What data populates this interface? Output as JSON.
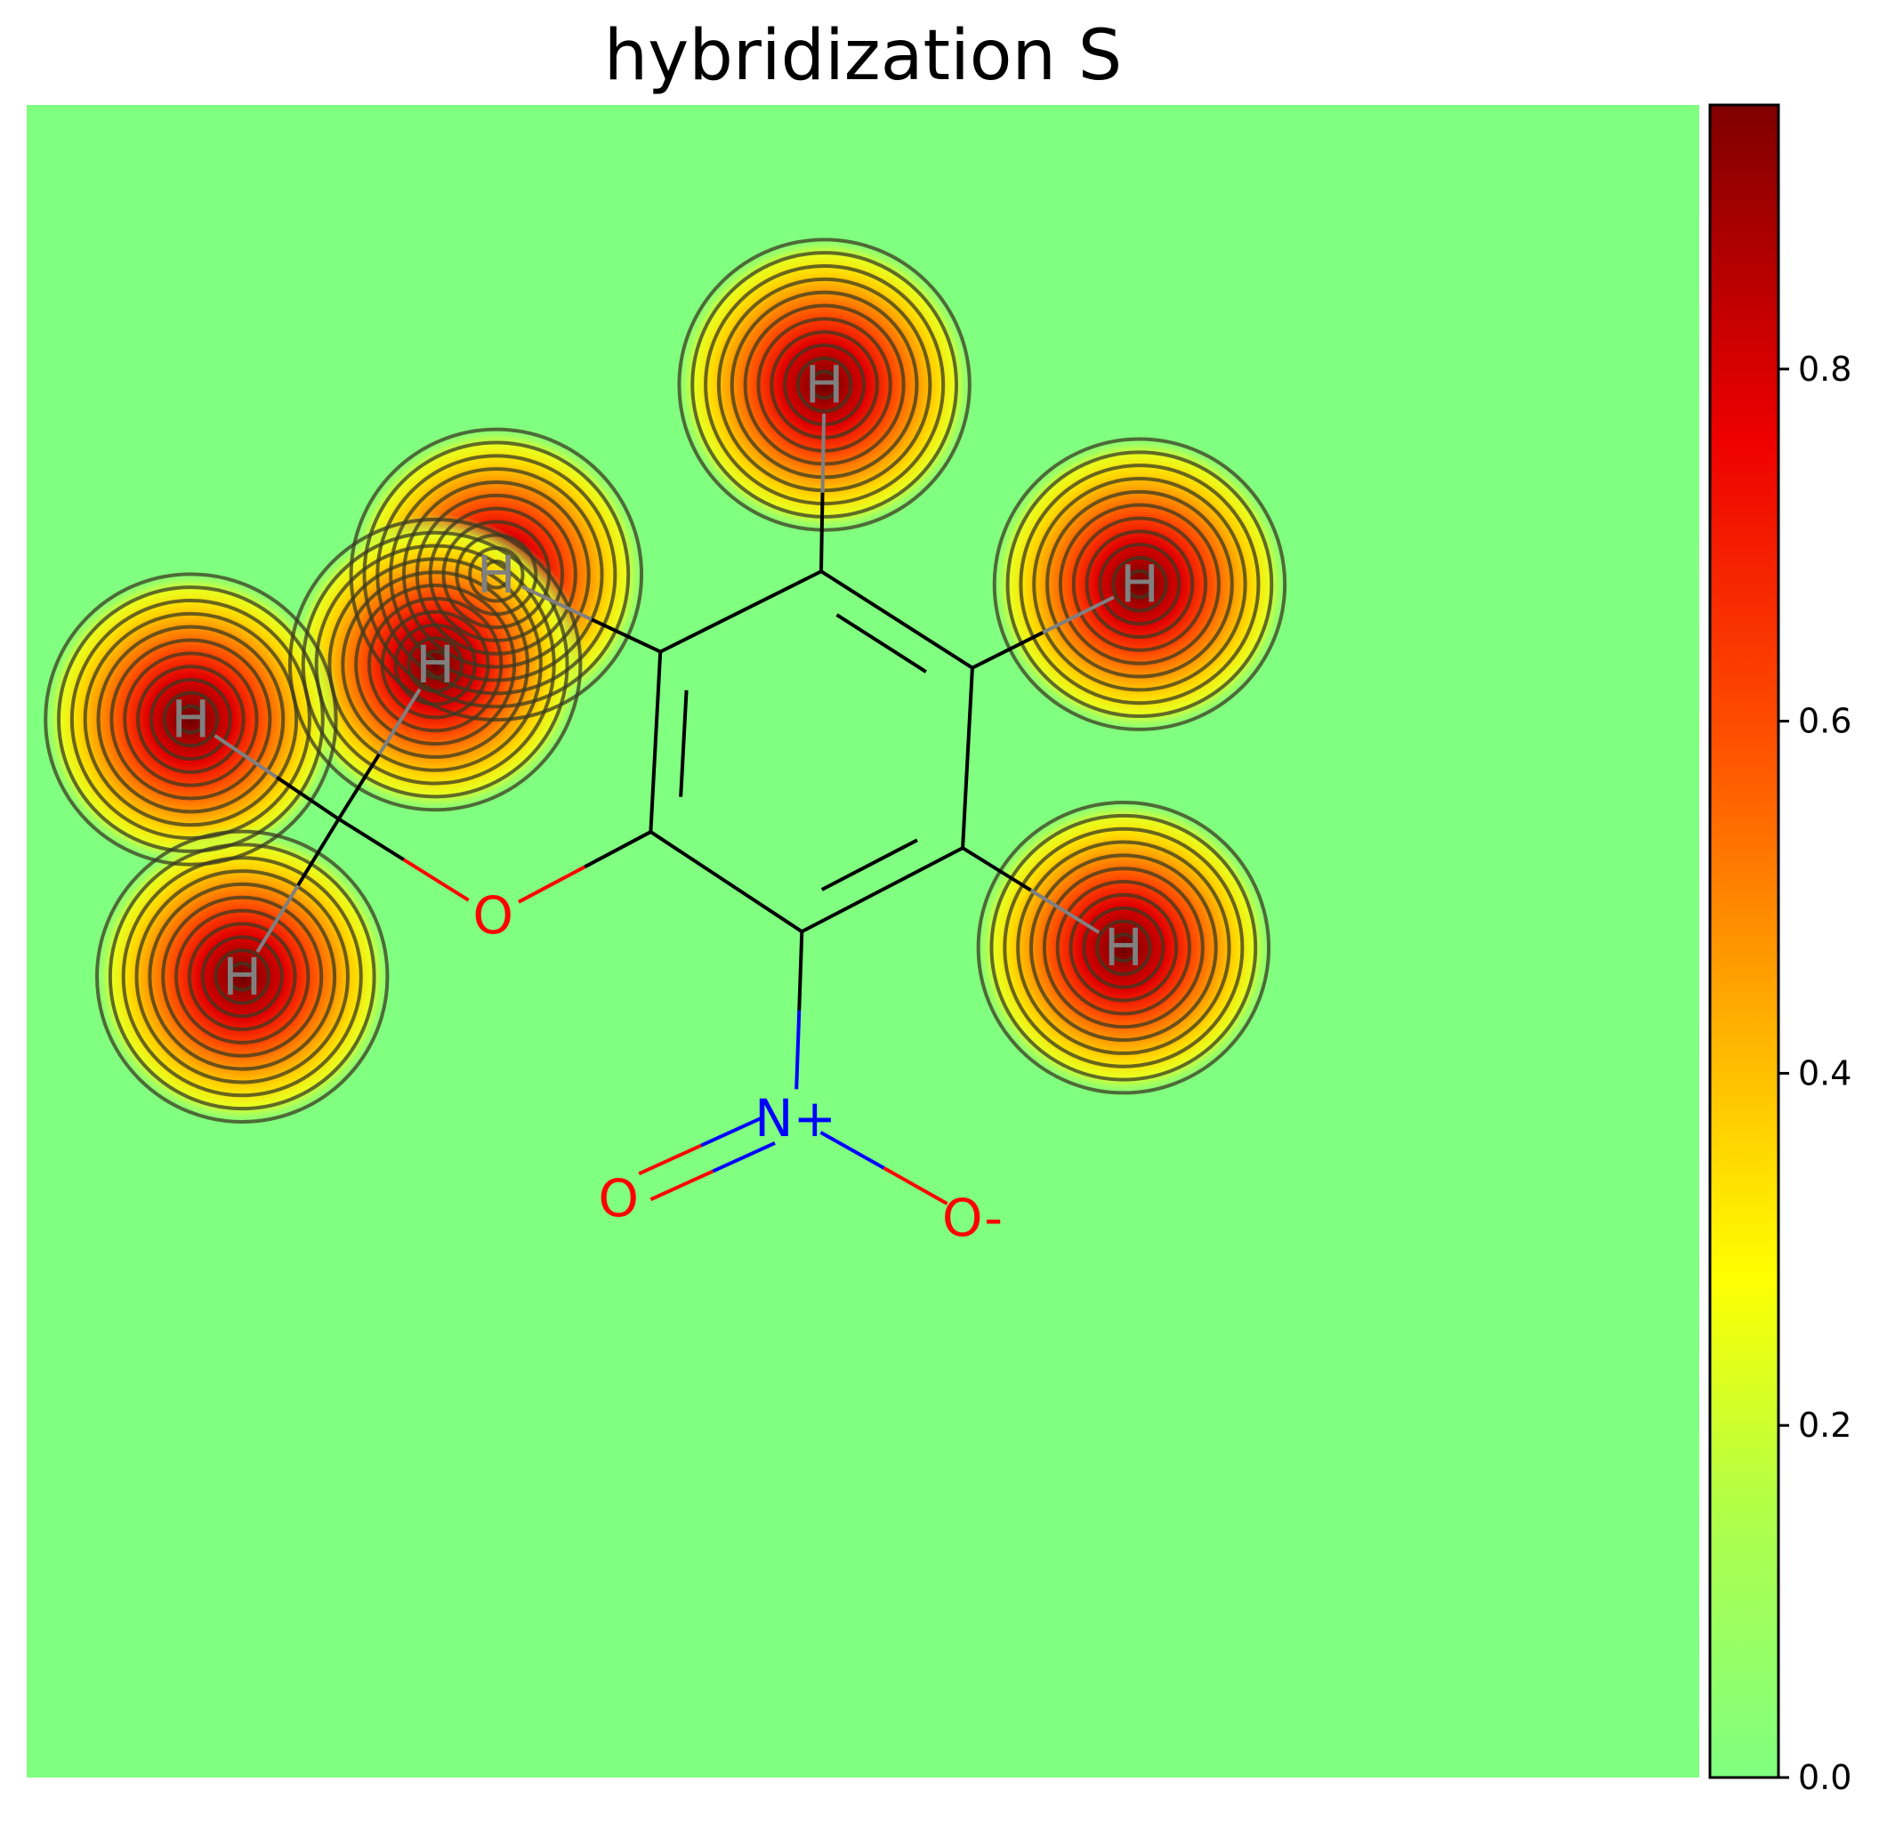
{
  "chart_data": {
    "type": "heatmap",
    "title": "hybridization S",
    "colorbar": {
      "colormap": "jet-upper-half (green→yellow→orange→red→dark red)",
      "range": [
        0.0,
        0.95
      ],
      "ticks": [
        "0.0",
        "0.2",
        "0.4",
        "0.6",
        "0.8"
      ],
      "tick_values": [
        0.0,
        0.2,
        0.4,
        0.6,
        0.8
      ],
      "colors": [
        "#80ff80",
        "#ccff33",
        "#ffee00",
        "#ffa000",
        "#ff4000",
        "#e00000",
        "#7f0000"
      ]
    },
    "background_color": "#80ff80",
    "atoms": [
      {
        "id": "a1",
        "label": "",
        "color": "#000000",
        "x": 7.2,
        "y": 4.3,
        "show": false,
        "peak": 0
      },
      {
        "id": "a2",
        "label": "",
        "color": "#000000",
        "x": 9.5,
        "y": 2.85,
        "show": false,
        "peak": 0
      },
      {
        "id": "a3",
        "label": "",
        "color": "#000000",
        "x": 9.7,
        "y": 6.6,
        "show": false,
        "peak": 0
      },
      {
        "id": "a4",
        "label": "",
        "color": "#000000",
        "x": 10.6,
        "y": 2.1,
        "show": false,
        "peak": 0
      },
      {
        "id": "a5",
        "label": "",
        "color": "#000000",
        "x": 11.8,
        "y": 3.5,
        "show": false,
        "peak": 0
      },
      {
        "id": "a6",
        "label": "",
        "color": "#000000",
        "x": 11.7,
        "y": 6.0,
        "show": false,
        "peak": 0
      },
      {
        "id": "a7",
        "label": "",
        "color": "#000000",
        "x": 12.05,
        "y": 0.9,
        "show": false,
        "peak": 0
      },
      {
        "id": "a8",
        "label": "",
        "color": "#000000",
        "x": 13.4,
        "y": 2.6,
        "show": false,
        "peak": 0
      },
      {
        "id": "a9",
        "label": "",
        "color": "#000000",
        "x": 13.3,
        "y": 5.2,
        "show": false,
        "peak": 0
      },
      {
        "id": "a10",
        "label": "",
        "color": "#000000",
        "x": 15.25,
        "y": 2.8,
        "show": false,
        "peak": 0
      },
      {
        "id": "a11",
        "label": "",
        "color": "#000000",
        "x": 15.05,
        "y": 6.1,
        "show": false,
        "peak": 0
      },
      {
        "id": "a12",
        "label": "",
        "color": "#000000",
        "x": 13.25,
        "y": 8.7,
        "show": false,
        "peak": 0
      },
      {
        "id": "a13",
        "label": "",
        "color": "#000000",
        "x": 16.1,
        "y": 9.8,
        "show": false,
        "peak": 0
      },
      {
        "id": "a14",
        "label": "",
        "color": "#000000",
        "x": 18.0,
        "y": 0.95,
        "show": false,
        "peak": 0
      },
      {
        "id": "a15",
        "label": "",
        "color": "#000000",
        "x": 17.75,
        "y": 7.3,
        "show": false,
        "peak": 0
      },
      {
        "id": "a16",
        "label": "",
        "color": "#000000",
        "x": 11.1,
        "y": 9.4,
        "show": false,
        "peak": 0
      },
      {
        "id": "a17",
        "label": "",
        "color": "#000000",
        "x": 16.7,
        "y": 11.35,
        "show": false,
        "peak": 0
      },
      {
        "id": "a18",
        "label": "",
        "color": "#000000",
        "x": 4.0,
        "y": 7.5,
        "show": false,
        "peak": 0
      },
      {
        "id": "a19",
        "label": "",
        "color": "#000000",
        "x": 6.4,
        "y": 6.3,
        "show": false,
        "peak": 0
      },
      {
        "id": "a20",
        "label": "",
        "color": "#000000",
        "x": 4.5,
        "y": 12.6,
        "show": false,
        "peak": 0
      },
      {
        "id": "a21",
        "label": "",
        "color": "#000000",
        "x": 8.2,
        "y": 14.2,
        "show": false,
        "peak": 0
      },
      {
        "id": "a22",
        "label": "",
        "color": "#000000",
        "x": 5.5,
        "y": 13.3,
        "show": false,
        "peak": 0
      },
      {
        "id": "H1",
        "label": "H",
        "color": "#808080",
        "x": 7.3,
        "y": 7.3,
        "show": true,
        "peak": 0.93
      },
      {
        "id": "H2",
        "label": "H",
        "color": "#808080",
        "x": 6.35,
        "y": 8.7,
        "show": true,
        "peak": 0.93
      },
      {
        "id": "H3",
        "label": "H",
        "color": "#808080",
        "x": 2.55,
        "y": 9.55,
        "show": true,
        "peak": 0.93
      },
      {
        "id": "H4",
        "label": "H",
        "color": "#808080",
        "x": 3.35,
        "y": 13.55,
        "show": true,
        "peak": 0.93
      },
      {
        "id": "H5",
        "label": "H",
        "color": "#808080",
        "x": 12.4,
        "y": 4.35,
        "show": true,
        "peak": 0.93
      },
      {
        "id": "H6",
        "label": "H",
        "color": "#808080",
        "x": 17.3,
        "y": 7.45,
        "show": true,
        "peak": 0.93
      },
      {
        "id": "H7",
        "label": "H",
        "color": "#808080",
        "x": 17.05,
        "y": 13.1,
        "show": true,
        "peak": 0.93
      },
      {
        "id": "O1",
        "label": "O",
        "color": "#ff0000",
        "x": 7.25,
        "y": 12.6,
        "show": true,
        "peak": 0
      },
      {
        "id": "N1",
        "label": "N+",
        "color": "#0000ff",
        "x": 11.95,
        "y": 15.75,
        "show": true,
        "peak": 0
      },
      {
        "id": "O2",
        "label": "O",
        "color": "#ff0000",
        "x": 9.2,
        "y": 17.0,
        "show": true,
        "peak": 0
      },
      {
        "id": "O3",
        "label": "O-",
        "color": "#ff0000",
        "x": 14.7,
        "y": 17.3,
        "show": true,
        "peak": 0
      }
    ],
    "ring": [
      {
        "id": "C1",
        "x": 12.35,
        "y": 7.25
      },
      {
        "id": "C2",
        "x": 14.7,
        "y": 8.75
      },
      {
        "id": "C3",
        "x": 14.55,
        "y": 11.55
      },
      {
        "id": "C4",
        "x": 12.05,
        "y": 12.85
      },
      {
        "id": "C5",
        "x": 9.7,
        "y": 11.3
      },
      {
        "id": "C6",
        "x": 9.85,
        "y": 8.5
      }
    ],
    "aux": [
      {
        "id": "CM",
        "x": 4.85,
        "y": 11.1
      }
    ],
    "bonds": [
      {
        "from": "C1",
        "to": "C2",
        "color": "#000000",
        "double_inner": true
      },
      {
        "from": "C2",
        "to": "C3",
        "color": "#000000",
        "double_inner": false
      },
      {
        "from": "C3",
        "to": "C4",
        "color": "#000000",
        "double_inner": true
      },
      {
        "from": "C4",
        "to": "C5",
        "color": "#000000",
        "double_inner": false
      },
      {
        "from": "C5",
        "to": "C6",
        "color": "#000000",
        "double_inner": true
      },
      {
        "from": "C6",
        "to": "C1",
        "color": "#000000",
        "double_inner": false
      },
      {
        "from": "C1",
        "to": "H5",
        "color": "#000000",
        "to_color": "#808080"
      },
      {
        "from": "C2",
        "to": "H6",
        "color": "#000000",
        "to_color": "#808080"
      },
      {
        "from": "C3",
        "to": "H7",
        "color": "#000000",
        "to_color": "#808080"
      },
      {
        "from": "C6",
        "to": "H1",
        "color": "#000000",
        "to_color": "#808080"
      },
      {
        "from": "C5",
        "to": "O1",
        "color": "#000000",
        "to_color": "#ff0000"
      },
      {
        "from": "O1",
        "to": "CM",
        "color": "#ff0000",
        "to_color": "#000000"
      },
      {
        "from": "CM",
        "to": "H3",
        "color": "#000000",
        "to_color": "#808080"
      },
      {
        "from": "CM",
        "to": "H2",
        "color": "#000000",
        "to_color": "#808080"
      },
      {
        "from": "CM",
        "to": "H4",
        "color": "#000000",
        "to_color": "#808080"
      },
      {
        "from": "C4",
        "to": "N1",
        "color": "#000000",
        "to_color": "#0000ff"
      },
      {
        "from": "N1",
        "to": "O3",
        "color": "#0000ff",
        "to_color": "#ff0000"
      },
      {
        "from": "N1",
        "to": "O2",
        "color": "#0000ff",
        "to_color": "#ff0000",
        "double": true
      }
    ]
  }
}
